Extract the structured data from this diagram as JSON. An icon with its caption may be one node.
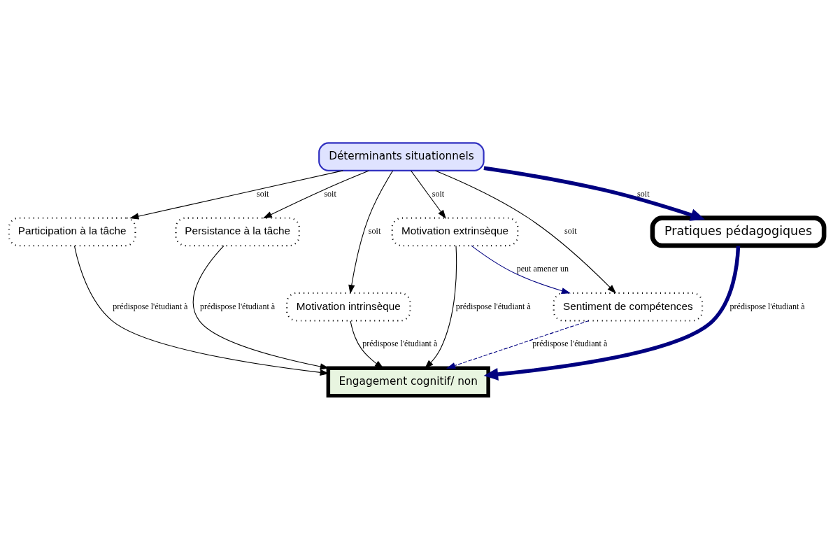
{
  "diagram": {
    "nodes": [
      {
        "text": [
          "Déterminants situationnels"
        ]
      },
      {
        "text": [
          "Participation à la tâche"
        ]
      },
      {
        "text": [
          "Persistance à la tâche"
        ]
      },
      {
        "text": [
          "Motivation intrinsèque"
        ]
      },
      {
        "text": [
          "Motivation extrinsèque"
        ]
      },
      {
        "text": [
          "Pratiques pédagogiques"
        ]
      },
      {
        "text": [
          "Sentiment de compétences"
        ]
      },
      {
        "text": [
          "Engagement cognitif/ non"
        ]
      }
    ],
    "edges": [
      {
        "from": 0,
        "to": 1,
        "arrow": "to",
        "label": "soit"
      },
      {
        "from": 0,
        "to": 2,
        "arrow": "to",
        "label": "soit"
      },
      {
        "from": 0,
        "to": 3,
        "arrow": "to",
        "label": "soit"
      },
      {
        "from": 0,
        "to": 4,
        "arrow": "to",
        "label": "soit"
      },
      {
        "from": 0,
        "to": 5,
        "arrow": "to",
        "label": "soit",
        "style": "thick",
        "color": "#000080"
      },
      {
        "from": 0,
        "to": 6,
        "arrow": "to",
        "label": "soit"
      },
      {
        "from": 4,
        "to": 6,
        "arrow": "to",
        "label": "peut amener un",
        "color": "#000080"
      },
      {
        "from": 1,
        "to": 7,
        "arrow": "to",
        "label": "prédispose l'étudiant à"
      },
      {
        "from": 2,
        "to": 7,
        "arrow": "to",
        "label": "prédispose l'étudiant à"
      },
      {
        "from": 3,
        "to": 7,
        "arrow": "to",
        "label": "prédispose l'étudiant à"
      },
      {
        "from": 4,
        "to": 7,
        "arrow": "to",
        "label": "prédispose l'étudiant à"
      },
      {
        "from": 5,
        "to": 7,
        "arrow": "to",
        "label": "prédispose l'étudiant à",
        "style": "thick",
        "color": "#000080"
      },
      {
        "from": 6,
        "to": 7,
        "arrow": "to",
        "label": "prédispose l'étudiant à",
        "style": "dashed",
        "color": "#000080"
      }
    ]
  }
}
